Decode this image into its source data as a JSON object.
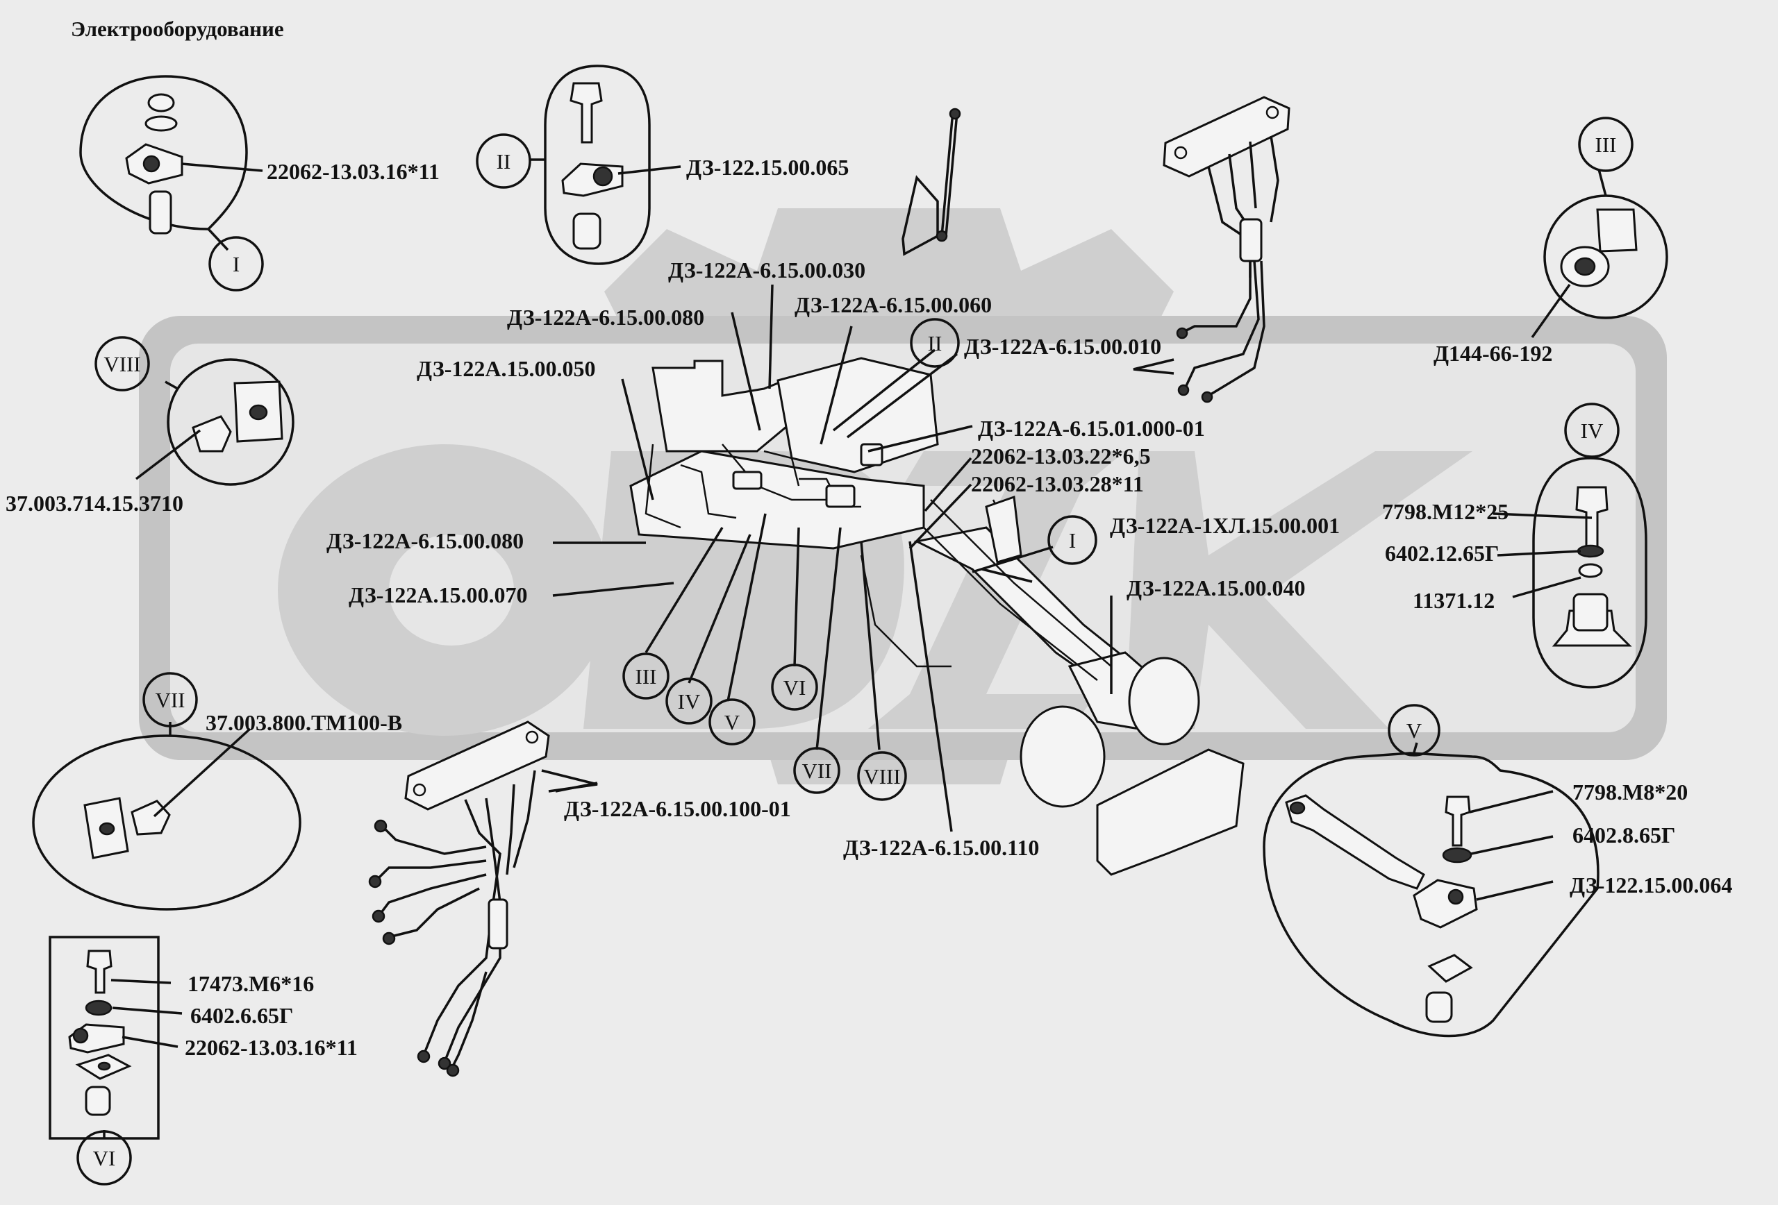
{
  "title": "Электрооборудование",
  "part_labels": [
    {
      "id": "p01",
      "text": "22062-13.03.16*11"
    },
    {
      "id": "p02",
      "text": "ДЗ-122.15.00.065"
    },
    {
      "id": "p03",
      "text": "ДЗ-122А-6.15.00.030"
    },
    {
      "id": "p04",
      "text": "ДЗ-122А-6.15.00.080"
    },
    {
      "id": "p05",
      "text": "ДЗ-122А-6.15.00.060"
    },
    {
      "id": "p06",
      "text": "ДЗ-122А-6.15.00.010"
    },
    {
      "id": "p07",
      "text": "ДЗ-122А.15.00.050"
    },
    {
      "id": "p08",
      "text": "Д144-66-192"
    },
    {
      "id": "p09",
      "text": "ДЗ-122А-6.15.01.000-01"
    },
    {
      "id": "p10",
      "text": "22062-13.03.22*6,5"
    },
    {
      "id": "p11",
      "text": "22062-13.03.28*11"
    },
    {
      "id": "p12",
      "text": "37.003.714.15.3710"
    },
    {
      "id": "p13",
      "text": "7798.М12*25"
    },
    {
      "id": "p14",
      "text": "6402.12.65Г"
    },
    {
      "id": "p15",
      "text": "11371.12"
    },
    {
      "id": "p16",
      "text": "ДЗ-122А-6.15.00.080"
    },
    {
      "id": "p17",
      "text": "ДЗ-122А-1ХЛ.15.00.001"
    },
    {
      "id": "p18",
      "text": "ДЗ-122А.15.00.070"
    },
    {
      "id": "p19",
      "text": "ДЗ-122А.15.00.040"
    },
    {
      "id": "p20",
      "text": "37.003.800.ТМ100-В"
    },
    {
      "id": "p21",
      "text": "ДЗ-122А-6.15.00.100-01"
    },
    {
      "id": "p22",
      "text": "ДЗ-122А-6.15.00.110"
    },
    {
      "id": "p23",
      "text": "7798.М8*20"
    },
    {
      "id": "p24",
      "text": "6402.8.65Г"
    },
    {
      "id": "p25",
      "text": "ДЗ-122.15.00.064"
    },
    {
      "id": "p26",
      "text": "17473.М6*16"
    },
    {
      "id": "p27",
      "text": "6402.6.65Г"
    },
    {
      "id": "p28",
      "text": "22062-13.03.16*11"
    }
  ],
  "view_markers": [
    {
      "id": "m01",
      "text": "I"
    },
    {
      "id": "m02",
      "text": "II"
    },
    {
      "id": "m03",
      "text": "III"
    },
    {
      "id": "m04",
      "text": "VIII"
    },
    {
      "id": "m05",
      "text": "II"
    },
    {
      "id": "m06",
      "text": "IV"
    },
    {
      "id": "m07",
      "text": "I"
    },
    {
      "id": "m08",
      "text": "VII"
    },
    {
      "id": "m09",
      "text": "III"
    },
    {
      "id": "m10",
      "text": "IV"
    },
    {
      "id": "m11",
      "text": "V"
    },
    {
      "id": "m12",
      "text": "VI"
    },
    {
      "id": "m13",
      "text": "VII"
    },
    {
      "id": "m14",
      "text": "VIII"
    },
    {
      "id": "m15",
      "text": "V"
    },
    {
      "id": "m16",
      "text": "VI"
    }
  ]
}
